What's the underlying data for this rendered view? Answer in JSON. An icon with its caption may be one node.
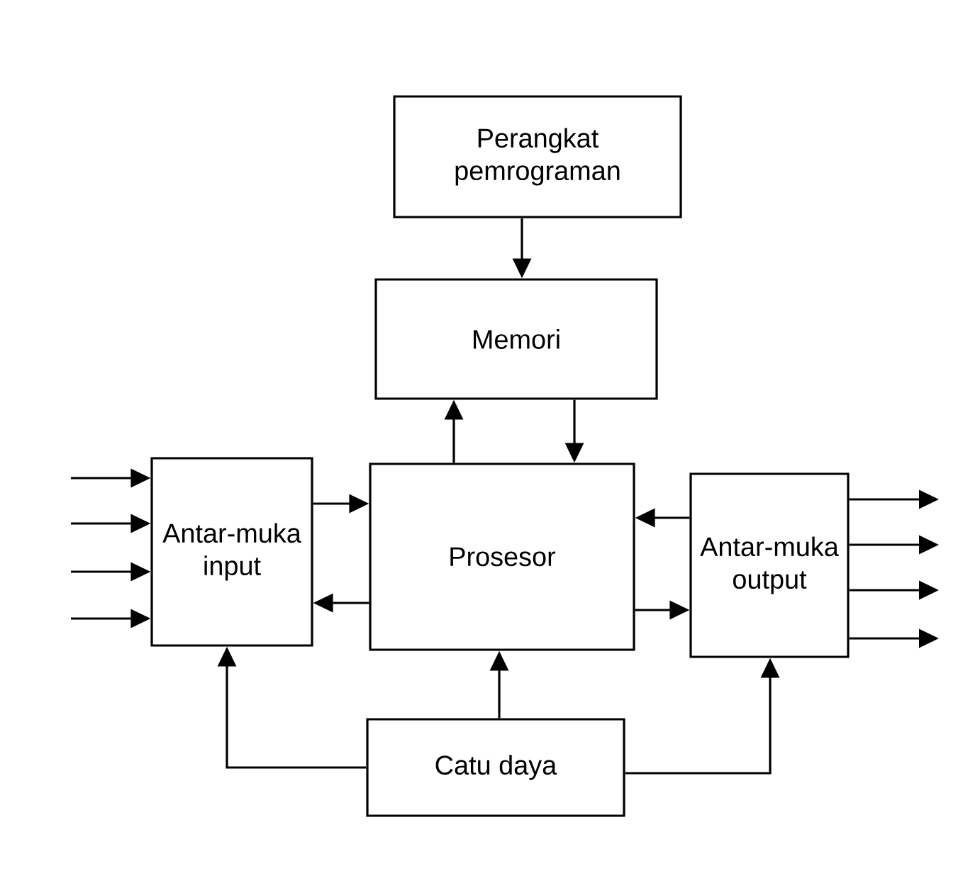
{
  "diagram": {
    "nodes": [
      {
        "text": [
          "Perangkat pemrograman"
        ]
      },
      {
        "text": [
          "Memori"
        ]
      },
      {
        "text": [
          "Antar-muka input"
        ]
      },
      {
        "text": [
          "Prosesor"
        ]
      },
      {
        "text": [
          "Antar-muka output"
        ]
      },
      {
        "text": [
          "Catu daya"
        ]
      }
    ],
    "edges": [
      {
        "from": 0,
        "to": 1,
        "arrow": "to"
      },
      {
        "from": 3,
        "to": 1,
        "arrow": "to"
      },
      {
        "from": 1,
        "to": 3,
        "arrow": "to"
      },
      {
        "from": 2,
        "to": 3,
        "arrow": "to"
      },
      {
        "from": 3,
        "to": 2,
        "arrow": "to"
      },
      {
        "from": 4,
        "to": 3,
        "arrow": "to"
      },
      {
        "from": 3,
        "to": 4,
        "arrow": "to"
      },
      {
        "from": 5,
        "to": 3,
        "arrow": "to"
      },
      {
        "from": 5,
        "to": 2,
        "arrow": "to"
      },
      {
        "from": 5,
        "to": 4,
        "arrow": "to"
      },
      {
        "from": null,
        "to": 2,
        "arrow": "to"
      },
      {
        "from": null,
        "to": 2,
        "arrow": "to"
      },
      {
        "from": null,
        "to": 2,
        "arrow": "to"
      },
      {
        "from": null,
        "to": 2,
        "arrow": "to"
      },
      {
        "from": 4,
        "to": null,
        "arrow": "to"
      },
      {
        "from": 4,
        "to": null,
        "arrow": "to"
      },
      {
        "from": 4,
        "to": null,
        "arrow": "to"
      },
      {
        "from": 4,
        "to": null,
        "arrow": "to"
      }
    ]
  }
}
